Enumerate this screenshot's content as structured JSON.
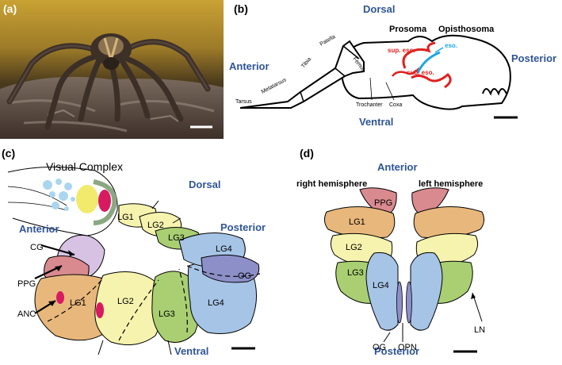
{
  "panels": {
    "a": {
      "label": "(a)"
    },
    "b": {
      "label": "(b)",
      "dorsal": "Dorsal",
      "ventral": "Ventral",
      "anterior": "Anterior",
      "posterior": "Posterior",
      "prosoma": "Prosoma",
      "opisthosoma": "Opisthosoma",
      "leg_parts": [
        "Tarsus",
        "Metatarsus",
        "Tibia",
        "Patella",
        "Femur",
        "Trochanter",
        "Coxa"
      ],
      "sup_eso": "sup. eso.",
      "sub_eso": "sub. eso.",
      "eso": "eso."
    },
    "c": {
      "label": "(c)",
      "title": "Visual Complex",
      "dorsal": "Dorsal",
      "ventral": "Ventral",
      "anterior": "Anterior",
      "posterior": "Posterior",
      "cg": "CG",
      "ppg": "PPG",
      "anc": "ANC",
      "lg1": "LG1",
      "lg2": "LG2",
      "lg3": "LG3",
      "lg4": "LG4",
      "og": "OG"
    },
    "d": {
      "label": "(d)",
      "anterior": "Anterior",
      "posterior": "Posterior",
      "right_hemisphere": "right hemisphere",
      "left_hemisphere": "left hemisphere",
      "ppg": "PPG",
      "lg1": "LG1",
      "lg2": "LG2",
      "lg3": "LG3",
      "lg4": "LG4",
      "og": "OG",
      "opn": "OPN",
      "ln": "LN"
    }
  },
  "colors": {
    "lg1": "#e8b77c",
    "lg2": "#f6f3ae",
    "lg3": "#a9cf72",
    "lg4": "#a6c4e6",
    "og": "#8d8fc8",
    "ppg": "#d98a8f",
    "cg": "#d7c2e3",
    "anc": "#d81b60",
    "direction_text": "#2f5597"
  }
}
